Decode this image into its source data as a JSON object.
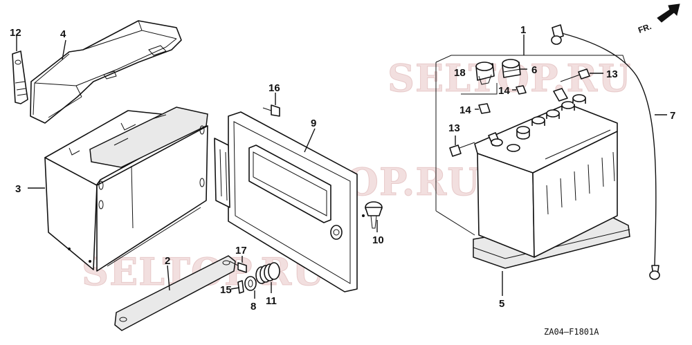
{
  "callouts": {
    "p1": "1",
    "p2": "2",
    "p3": "3",
    "p4": "4",
    "p5": "5",
    "p6": "6",
    "p7": "7",
    "p8": "8",
    "p9": "9",
    "p10": "10",
    "p11": "11",
    "p12": "12",
    "p13a": "13",
    "p13b": "13",
    "p14a": "14",
    "p14b": "14",
    "p15": "15",
    "p16": "16",
    "p17": "17",
    "p18": "18"
  },
  "watermark": {
    "w1": "SELTOP.RU",
    "w2": "SELTOP.RU",
    "w3": "SELTOP.RU"
  },
  "direction_label": "FR.",
  "drawing_code": "ZA04—F1801A",
  "colors": {
    "line": "#111111",
    "watermark": "#e8c4c4",
    "background": "#ffffff"
  },
  "icons": {
    "direction": "front-arrow-icon"
  }
}
